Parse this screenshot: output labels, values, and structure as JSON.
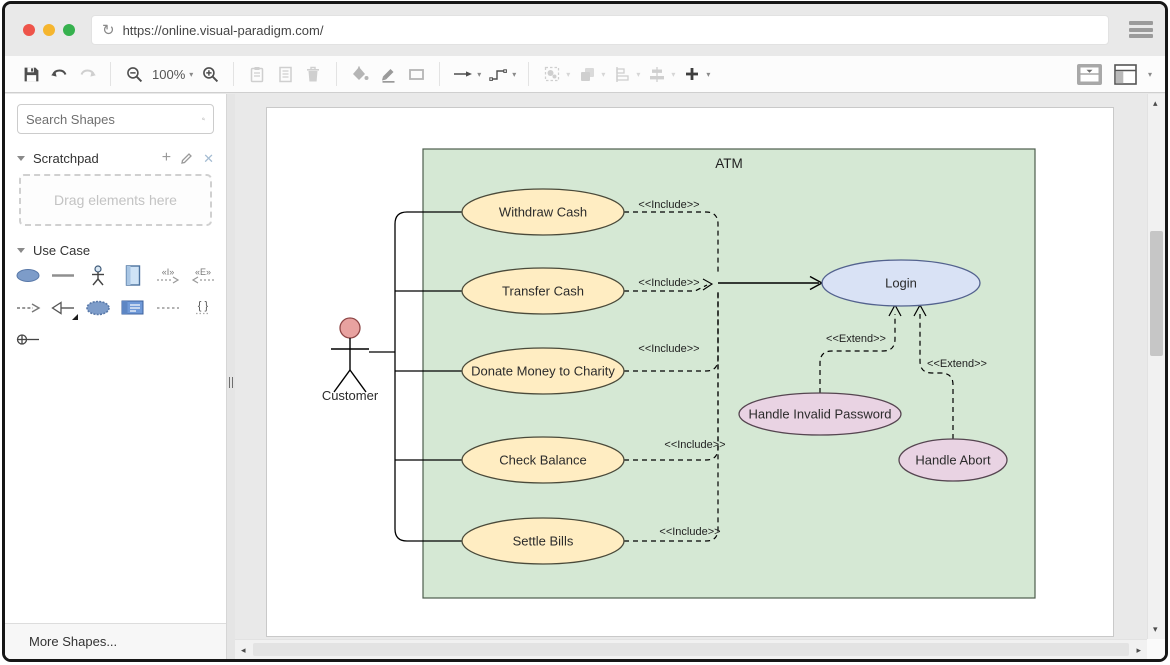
{
  "browser": {
    "url": "https://online.visual-paradigm.com/",
    "window_control_colors": [
      "#ee544a",
      "#f5b52e",
      "#36b14e"
    ]
  },
  "toolbar": {
    "zoom_level": "100%",
    "icons": [
      "save-icon",
      "undo-icon",
      "redo-icon",
      "zoom-out-icon",
      "zoom-dropdown",
      "zoom-in-icon",
      "clipboard-icon",
      "document-icon",
      "trash-icon",
      "fill-color-icon",
      "line-color-icon",
      "shape-style-icon",
      "arrow-style-icon",
      "connector-style-icon",
      "selection-icon",
      "order-icon",
      "align-icon",
      "distribute-icon",
      "insert-icon",
      "panel-toggle-icon",
      "layout-toggle-icon"
    ]
  },
  "sidebar": {
    "search_placeholder": "Search Shapes",
    "scratchpad_title": "Scratchpad",
    "scratchpad_hint": "Drag elements here",
    "use_case_title": "Use Case",
    "more_shapes": "More Shapes...",
    "palette_icons": [
      "use-case-oval",
      "association-line",
      "actor",
      "system-boundary",
      "include",
      "extend",
      "dependency-arrow",
      "generalization-arrow",
      "business-use-case",
      "note",
      "dashed-line",
      "constraint",
      "anchor"
    ]
  },
  "diagram": {
    "system_title": "ATM",
    "actor_label": "Customer",
    "use_cases": [
      "Withdraw Cash",
      "Transfer Cash",
      "Donate Money to Charity",
      "Check Balance",
      "Settle Bills"
    ],
    "login_label": "Login",
    "handle_invalid_password_label": "Handle Invalid Password",
    "handle_abort_label": "Handle Abort",
    "include_label": "<<Include>>",
    "extend_label": "<<Extend>>",
    "colors": {
      "boundary_fill": "#d5e8d4",
      "use_case_fill": "#ffedc2",
      "login_fill": "#d9e2f5",
      "extend_case_fill": "#e9d3e3",
      "actor_head_fill": "#e8a2a0"
    }
  }
}
